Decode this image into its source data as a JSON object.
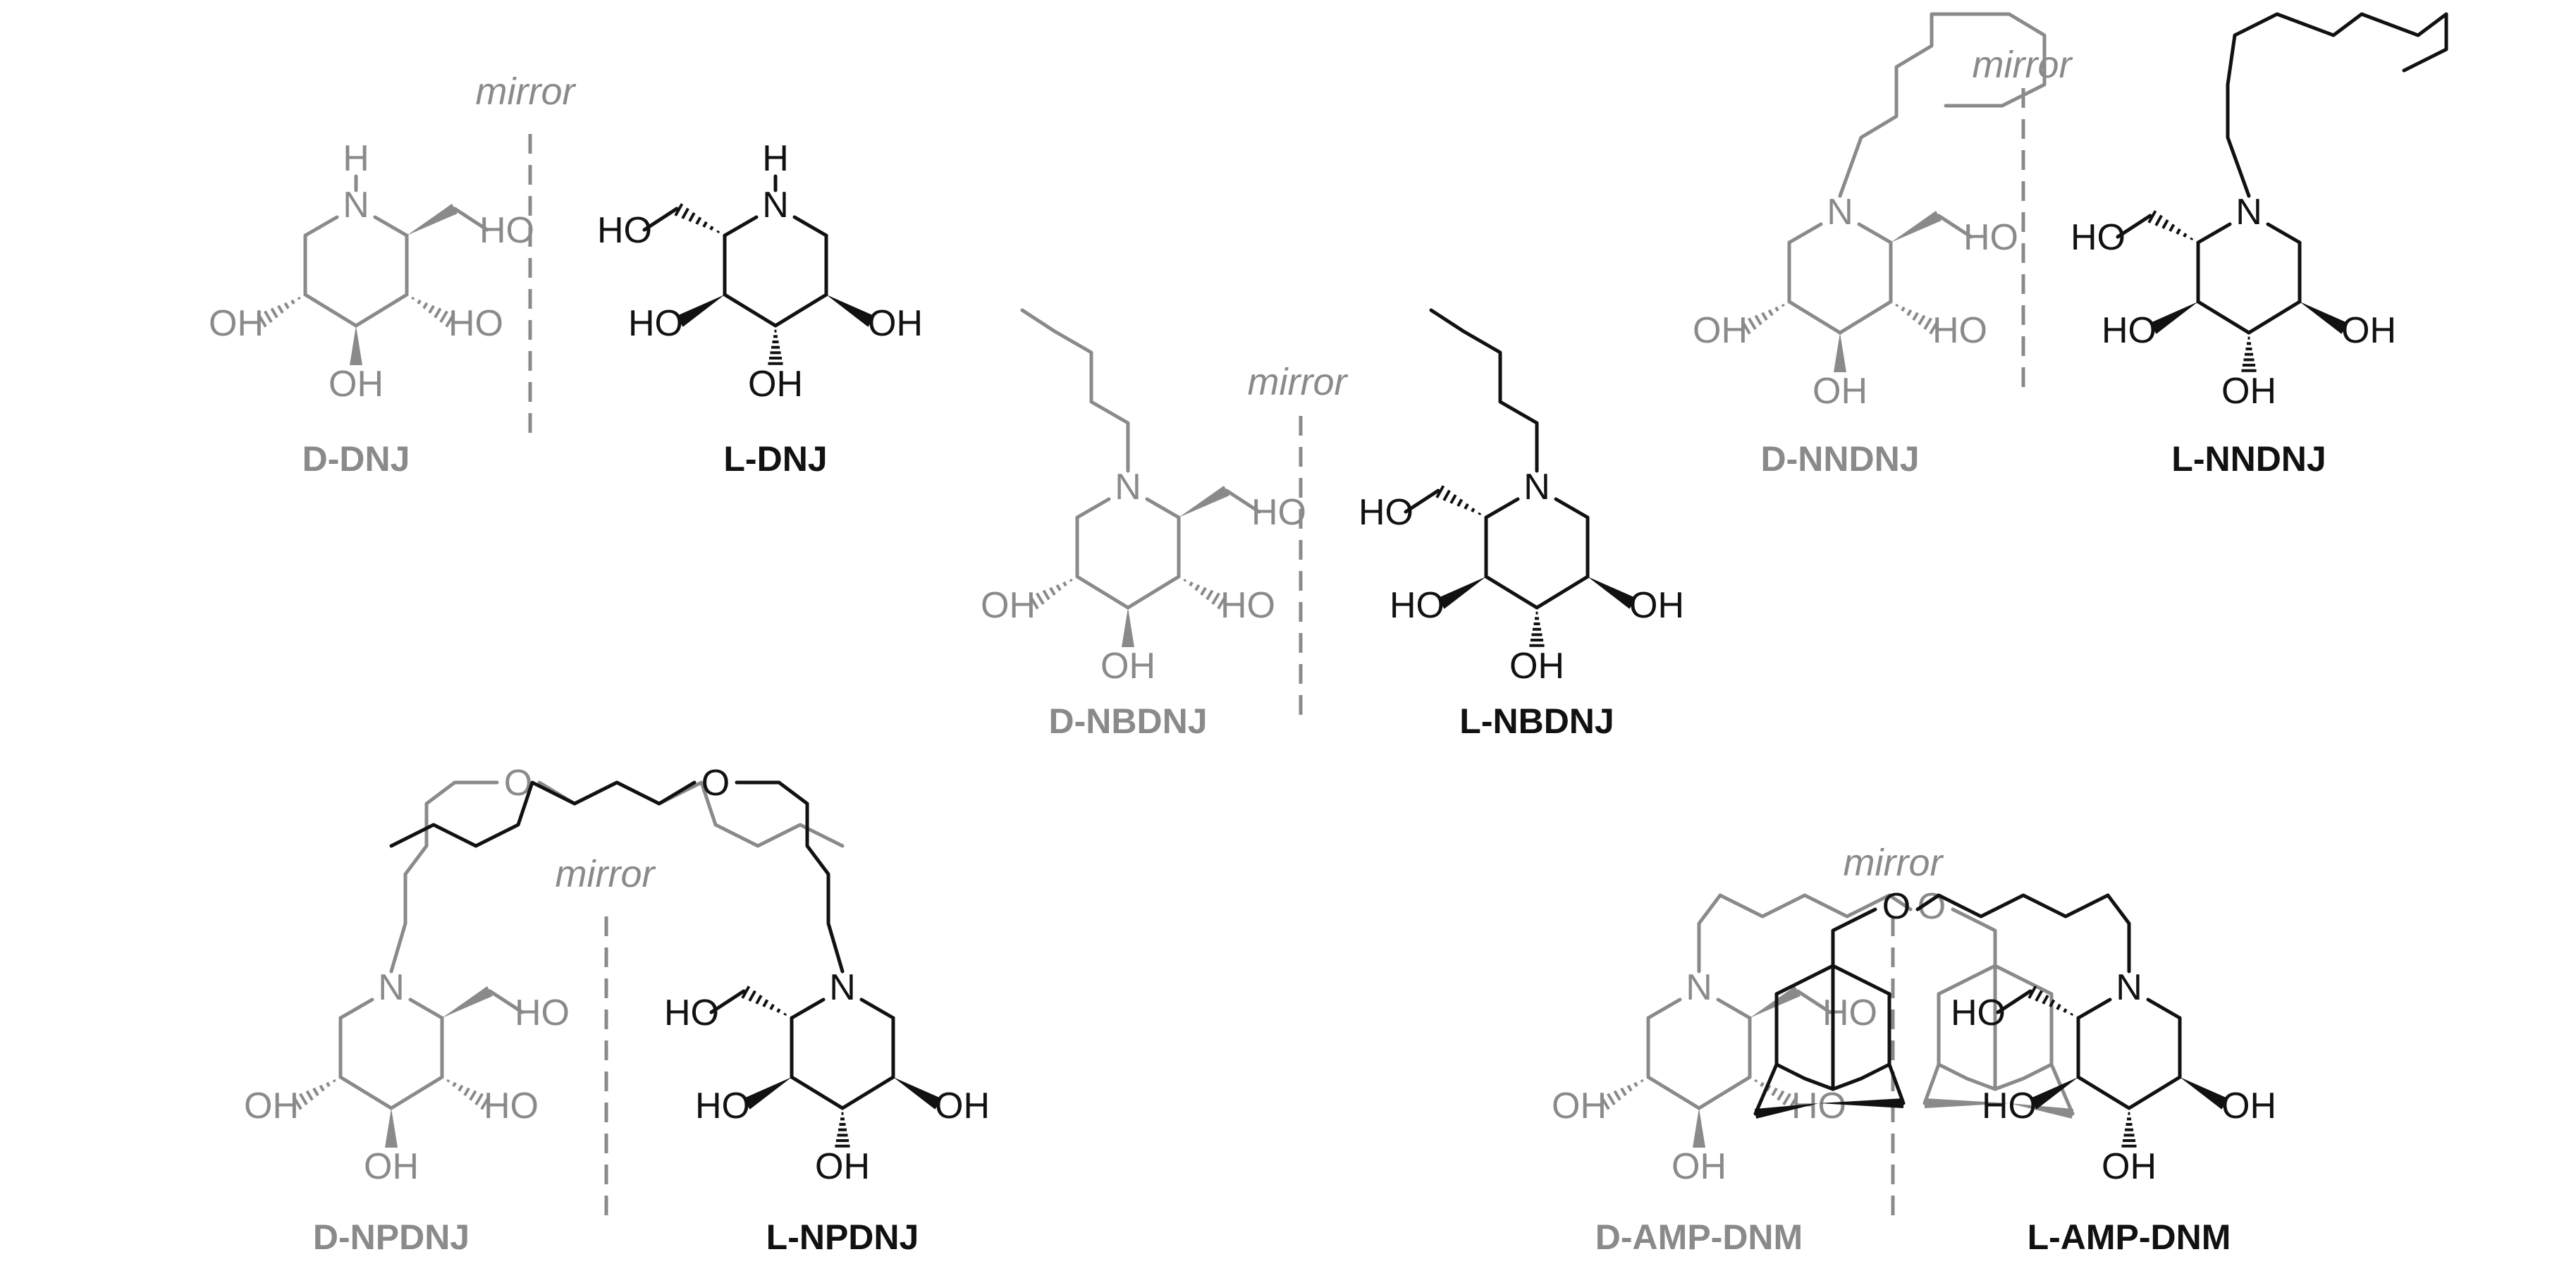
{
  "figure": {
    "mirror_text": "mirror",
    "atoms": {
      "nitrogen": "N",
      "hydrogen": "H",
      "oxygen": "O",
      "hydroxyl_right": "OH",
      "hydroxyl_left": "HO"
    },
    "compounds": [
      {
        "id": "d-dnj",
        "label": "D-DNJ",
        "color": "#8a8a8a",
        "enantiomer": "D",
        "substituent": "H"
      },
      {
        "id": "l-dnj",
        "label": "L-DNJ",
        "color": "#111111",
        "enantiomer": "L",
        "substituent": "H"
      },
      {
        "id": "d-nbdnj",
        "label": "D-NBDNJ",
        "color": "#8a8a8a",
        "enantiomer": "D",
        "substituent": "butyl"
      },
      {
        "id": "l-nbdnj",
        "label": "L-NBDNJ",
        "color": "#111111",
        "enantiomer": "L",
        "substituent": "butyl"
      },
      {
        "id": "d-nndnj",
        "label": "D-NNDNJ",
        "color": "#8a8a8a",
        "enantiomer": "D",
        "substituent": "nonyl"
      },
      {
        "id": "l-nndnj",
        "label": "L-NNDNJ",
        "color": "#111111",
        "enantiomer": "L",
        "substituent": "nonyl"
      },
      {
        "id": "d-npdnj",
        "label": "D-NPDNJ",
        "color": "#8a8a8a",
        "enantiomer": "D",
        "substituent": "nonyloxypentyl"
      },
      {
        "id": "l-npdnj",
        "label": "L-NPDNJ",
        "color": "#111111",
        "enantiomer": "L",
        "substituent": "nonyloxypentyl"
      },
      {
        "id": "d-amp-dnm",
        "label": "D-AMP-DNM",
        "color": "#8a8a8a",
        "enantiomer": "D",
        "substituent": "adamantylmethoxypentyl"
      },
      {
        "id": "l-amp-dnm",
        "label": "L-AMP-DNM",
        "color": "#111111",
        "enantiomer": "L",
        "substituent": "adamantylmethoxypentyl"
      }
    ]
  }
}
